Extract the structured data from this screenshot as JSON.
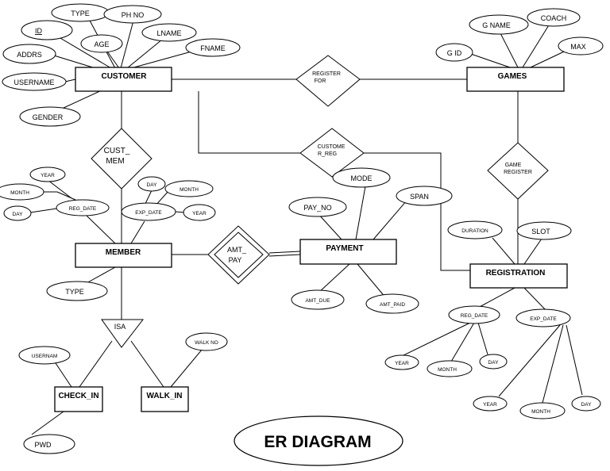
{
  "entities": {
    "customer": "CUSTOMER",
    "games": "GAMES",
    "member": "MEMBER",
    "payment": "PAYMENT",
    "registration": "REGISTRATION",
    "check_in": "CHECK_IN",
    "walk_in": "WALK_IN"
  },
  "attributes": {
    "customer_id": "ID",
    "customer_type": "TYPE",
    "customer_phno": "PH NO",
    "customer_age": "AGE",
    "customer_lname": "LNAME",
    "customer_fname": "FNAME",
    "customer_addrs": "ADDRS",
    "customer_username": "USERNAME",
    "customer_gender": "GENDER",
    "games_gname": "G NAME",
    "games_coach": "COACH",
    "games_gid": "G ID",
    "games_max": "MAX",
    "member_year": "YEAR",
    "member_month": "MONTH",
    "member_day": "DAY",
    "member_reg_date": "REG_DATE",
    "member_exp_day": "DAY",
    "member_exp_month": "MONTH",
    "member_exp_date": "EXP_DATE",
    "member_exp_year": "YEAR",
    "member_type": "TYPE",
    "payment_mode": "MODE",
    "payment_pay_no": "PAY_NO",
    "payment_span": "SPAN",
    "payment_amt_due": "AMT_DUE",
    "payment_amt_paid": "AMT_PAID",
    "registration_duration": "DURATION",
    "registration_slot": "SLOT",
    "registration_reg_date": "REG_DATE",
    "registration_exp_date": "EXP_DATE",
    "registration_reg_year": "YEAR",
    "registration_reg_month": "MONTH",
    "registration_reg_day": "DAY",
    "registration_exp_year": "YEAR",
    "registration_exp_month": "MONTH",
    "registration_exp_day": "DAY",
    "check_in_usernam": "USERNAM",
    "check_in_pwd": "PWD",
    "walk_in_walk_no": "WALK NO"
  },
  "relationships": {
    "register_for": [
      "REGISTER",
      "FOR"
    ],
    "cust_mem": [
      "CUST_",
      "MEM"
    ],
    "customer_reg": [
      "CUSTOME",
      "R_REG"
    ],
    "game_register": [
      "GAME",
      "REGISTER"
    ],
    "amt_pay": [
      "AMT_",
      "PAY"
    ]
  },
  "isa": "ISA",
  "title": "ER DIAGRAM"
}
